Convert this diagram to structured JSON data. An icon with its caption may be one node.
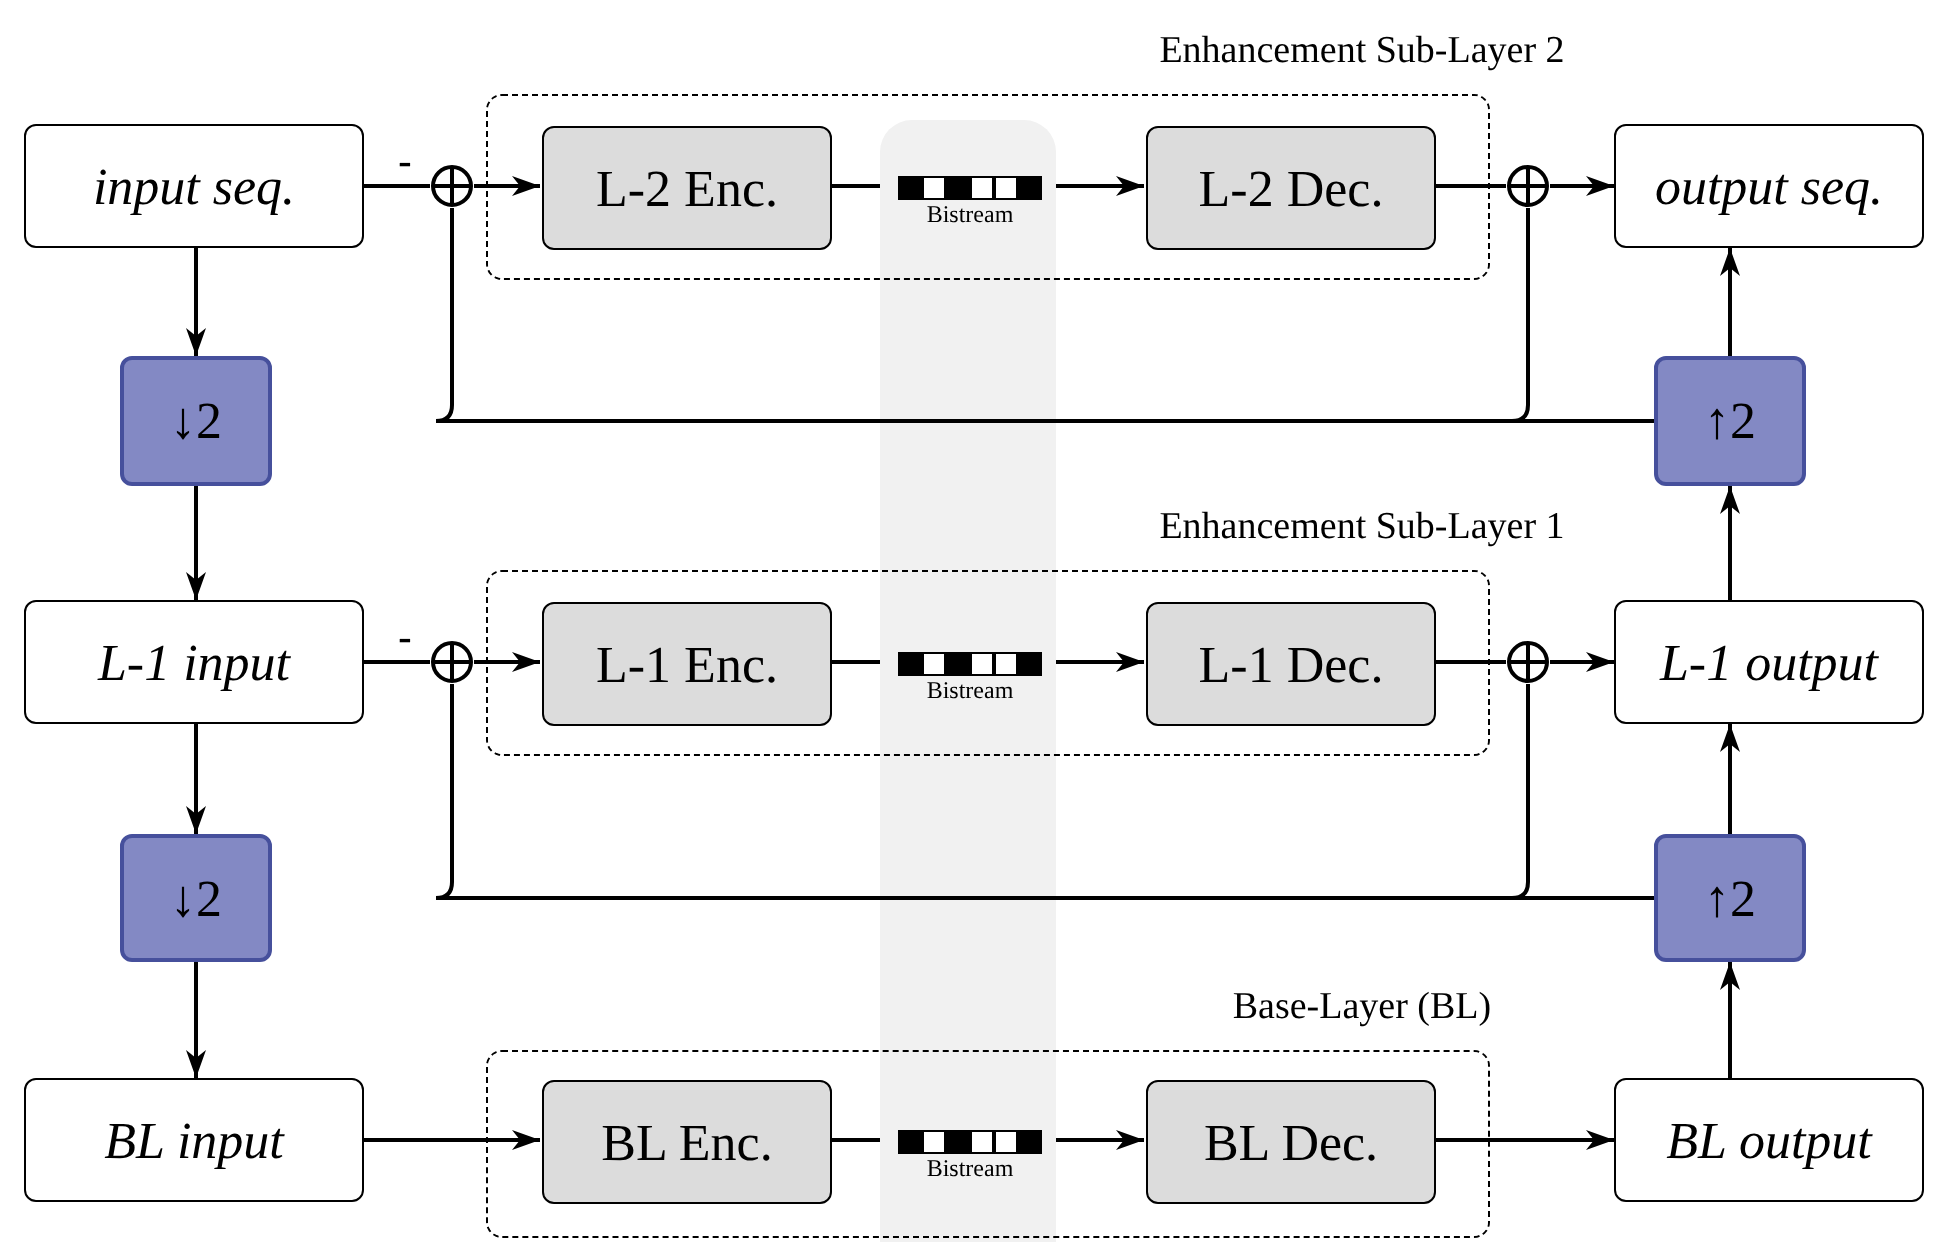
{
  "diagram": {
    "nodes": [
      {
        "text": [
          "input seq."
        ]
      },
      {
        "text": [
          "Enhancement Sub-Layer 2"
        ]
      },
      {
        "text": [
          "L-2 Enc."
        ],
        "in": 1
      },
      {
        "text": [
          "Bistream"
        ],
        "in": 1
      },
      {
        "text": [
          "L-2 Dec."
        ],
        "in": 1
      },
      {
        "text": [],
        "shape": "circle"
      },
      {
        "text": [],
        "shape": "circle"
      },
      {
        "text": [
          "output seq."
        ]
      },
      {
        "text": [
          "↓2"
        ]
      },
      {
        "text": [
          "↑2"
        ]
      },
      {
        "text": [
          "L-1 input"
        ]
      },
      {
        "text": [
          "Enhancement Sub-Layer 1"
        ]
      },
      {
        "text": [
          "L-1 Enc."
        ],
        "in": 11
      },
      {
        "text": [
          "Bistream"
        ],
        "in": 11
      },
      {
        "text": [
          "L-1 Dec."
        ],
        "in": 11
      },
      {
        "text": [],
        "shape": "circle"
      },
      {
        "text": [],
        "shape": "circle"
      },
      {
        "text": [
          "L-1 output"
        ]
      },
      {
        "text": [
          "↓2"
        ]
      },
      {
        "text": [
          "↑2"
        ]
      },
      {
        "text": [
          "BL input"
        ]
      },
      {
        "text": [
          "Base-Layer (BL)"
        ]
      },
      {
        "text": [
          "BL Enc."
        ],
        "in": 21
      },
      {
        "text": [
          "Bistream"
        ],
        "in": 21
      },
      {
        "text": [
          "BL Dec."
        ],
        "in": 21
      },
      {
        "text": [
          "BL output"
        ]
      }
    ],
    "edges": [
      {
        "from": 0,
        "to": 5,
        "arrow": "none",
        "label": "-"
      },
      {
        "from": 5,
        "to": 2,
        "arrow": "to"
      },
      {
        "from": 2,
        "to": 3,
        "arrow": "none"
      },
      {
        "from": 3,
        "to": 4,
        "arrow": "to"
      },
      {
        "from": 4,
        "to": 6,
        "arrow": "none"
      },
      {
        "from": 6,
        "to": 7,
        "arrow": "to"
      },
      {
        "from": 0,
        "to": 8,
        "arrow": "to"
      },
      {
        "from": 8,
        "to": 10,
        "arrow": "to"
      },
      {
        "from": 9,
        "to": 7,
        "arrow": "to"
      },
      {
        "from": 9,
        "to": 5,
        "arrow": "none"
      },
      {
        "from": 9,
        "to": 6,
        "arrow": "none"
      },
      {
        "from": 10,
        "to": 15,
        "arrow": "none",
        "label": "-"
      },
      {
        "from": 15,
        "to": 12,
        "arrow": "to"
      },
      {
        "from": 12,
        "to": 13,
        "arrow": "none"
      },
      {
        "from": 13,
        "to": 14,
        "arrow": "to"
      },
      {
        "from": 14,
        "to": 16,
        "arrow": "none"
      },
      {
        "from": 16,
        "to": 17,
        "arrow": "to"
      },
      {
        "from": 17,
        "to": 9,
        "arrow": "to"
      },
      {
        "from": 10,
        "to": 18,
        "arrow": "to"
      },
      {
        "from": 18,
        "to": 20,
        "arrow": "to"
      },
      {
        "from": 19,
        "to": 17,
        "arrow": "to"
      },
      {
        "from": 19,
        "to": 15,
        "arrow": "none"
      },
      {
        "from": 19,
        "to": 16,
        "arrow": "none"
      },
      {
        "from": 25,
        "to": 19,
        "arrow": "to"
      },
      {
        "from": 20,
        "to": 22,
        "arrow": "to"
      },
      {
        "from": 22,
        "to": 23,
        "arrow": "none"
      },
      {
        "from": 23,
        "to": 24,
        "arrow": "to"
      },
      {
        "from": 24,
        "to": 25,
        "arrow": "to"
      }
    ]
  }
}
